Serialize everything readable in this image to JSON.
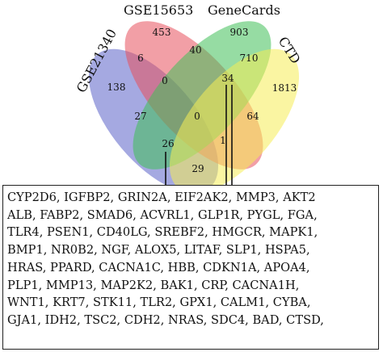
{
  "sets": {
    "gse21340": "GSE21340",
    "gse15653": "GSE15653",
    "genecards": "GeneCards",
    "ctd": "CTD"
  },
  "colors": {
    "gse21340": "#5b63c8",
    "gse15653": "#e8505c",
    "genecards": "#3fbf58",
    "ctd": "#f5ec55"
  },
  "counts": {
    "gse15653_only": "453",
    "genecards_only": "903",
    "gse21340_gse15653": "6",
    "gse15653_genecards": "40",
    "genecards_ctd": "710",
    "gse21340_only": "138",
    "gse21340_gse15653_genecards": "0",
    "gse15653_genecards_ctd": "34",
    "ctd_only": "1813",
    "gse21340_genecards": "27",
    "all_four": "0",
    "gse15653_ctd": "64",
    "gse21340_genecards_ctd": "26",
    "gse21340_gse15653_ctd": "1",
    "gse21340_ctd": "29"
  },
  "gene_lines": [
    "CYP2D6, IGFBP2, GRIN2A, EIF2AK2, MMP3, AKT2",
    "ALB, FABP2, SMAD6, ACVRL1, GLP1R, PYGL, FGA,",
    "TLR4, PSEN1, CD40LG, SREBF2, HMGCR, MAPK1,",
    "BMP1, NR0B2, NGF, ALOX5, LITAF, SLP1, HSPA5,",
    "HRAS, PPARD, CACNA1C, HBB, CDKN1A, APOA4,",
    "PLP1, MMP13, MAP2K2, BAK1, CRP, CACNA1H,",
    "WNT1, KRT7, STK11, TLR2, GPX1, CALM1, CYBA,",
    "GJA1, IDH2, TSC2, CDH2, NRAS, SDC4, BAD, CTSD,"
  ]
}
